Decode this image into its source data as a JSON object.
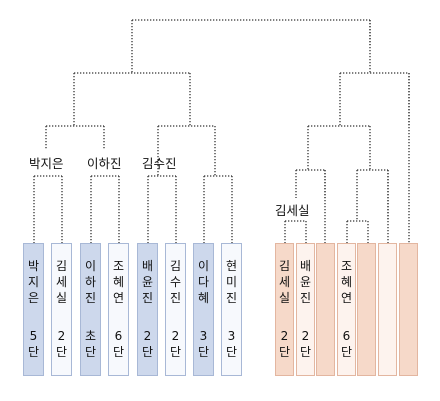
{
  "left_group": {
    "boxes": [
      {
        "name": "박지은",
        "rank": "5단",
        "style": "blue"
      },
      {
        "name": "김세실",
        "rank": "2단",
        "style": "white"
      },
      {
        "name": "이하진",
        "rank": "초단",
        "style": "blue"
      },
      {
        "name": "조혜연",
        "rank": "6단",
        "style": "white"
      },
      {
        "name": "배윤진",
        "rank": "2단",
        "style": "blue"
      },
      {
        "name": "김수진",
        "rank": "2단",
        "style": "white"
      },
      {
        "name": "이다혜",
        "rank": "3단",
        "style": "blue"
      },
      {
        "name": "현미진",
        "rank": "3단",
        "style": "white"
      }
    ],
    "round1_winners": [
      "박지은",
      "이하진",
      "김수진"
    ]
  },
  "right_group": {
    "boxes": [
      {
        "name": "김세실",
        "rank": "2단",
        "style": "peach"
      },
      {
        "name": "배윤진",
        "rank": "2단",
        "style": "peachwhite"
      },
      {
        "name": "",
        "rank": "",
        "style": "peach"
      },
      {
        "name": "조혜연",
        "rank": "6단",
        "style": "peachwhite"
      },
      {
        "name": "",
        "rank": "",
        "style": "peach"
      },
      {
        "name": "",
        "rank": "",
        "style": "peachwhite"
      },
      {
        "name": "",
        "rank": "",
        "style": "peach"
      }
    ],
    "round1_winners": [
      "김세실"
    ]
  },
  "colors": {
    "blue": "#cdd8ec",
    "white": "#f7f9fd",
    "peach": "#f6d9c9",
    "peachwhite": "#fdf3ee",
    "line": "#333333"
  }
}
